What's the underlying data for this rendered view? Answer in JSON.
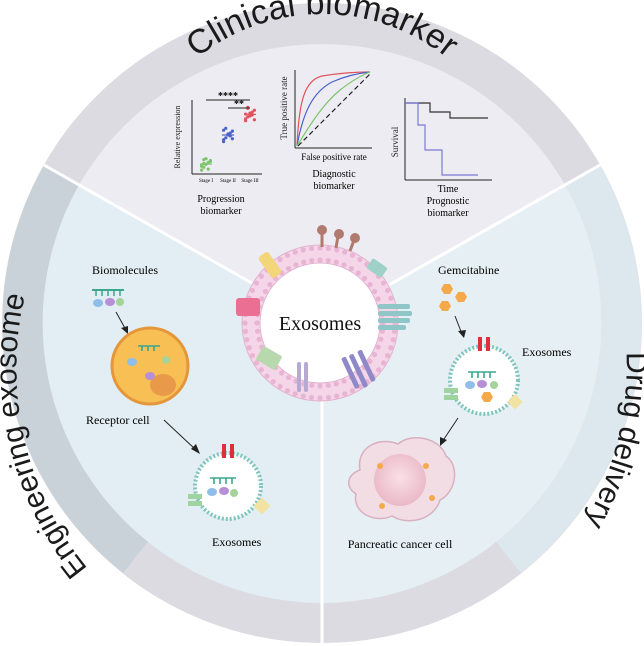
{
  "ring_labels": {
    "top": "Clinical biomarker",
    "left": "Engineering exosome",
    "right": "Drug delivery"
  },
  "center_label": "Exosomes",
  "clinical": {
    "progression": {
      "ylabel": "Relative expression",
      "categories": [
        "Stage I",
        "Stage II",
        "Stage III"
      ],
      "sig_outer": "****",
      "sig_inner": "**",
      "caption_line1": "Progression",
      "caption_line2": "biomarker",
      "series": [
        {
          "name": "Stage I",
          "values": [
            0.2,
            0.5,
            0.8,
            1.0,
            1.2,
            0.6,
            0.9,
            1.4,
            0.3,
            1.1,
            0.7,
            1.3
          ]
        },
        {
          "name": "Stage II",
          "values": [
            3.2,
            3.6,
            4.0,
            3.8,
            4.3,
            3.4,
            4.6,
            3.9,
            4.1,
            3.5,
            4.4
          ]
        },
        {
          "name": "Stage III",
          "values": [
            5.4,
            5.8,
            6.2,
            6.0,
            6.5,
            5.6,
            6.7,
            5.9,
            6.3,
            5.5,
            6.1,
            6.8
          ]
        }
      ],
      "colors": [
        "#7dc46d",
        "#4a63c9",
        "#e0535d"
      ]
    },
    "diagnostic": {
      "ylabel": "True positive rate",
      "xlabel": "False positive rate",
      "caption_line1": "Diagnostic",
      "caption_line2": "biomarker",
      "colors": [
        "#e0535d",
        "#4a63c9",
        "#7dc46d"
      ]
    },
    "prognostic": {
      "ylabel": "Survival",
      "xlabel": "Time",
      "caption_line1": "Prognostic",
      "caption_line2": "biomarker",
      "colors": [
        "#333333",
        "#4a63c9",
        "#8a8ad8"
      ]
    }
  },
  "engineering": {
    "biomolecules": "Biomolecules",
    "receptor_cell": "Receptor cell",
    "exosomes": "Exosomes"
  },
  "drug": {
    "gemcitabine": "Gemcitabine",
    "exosomes": "Exosomes",
    "cancer_cell": "Pancreatic cancer cell"
  },
  "colors": {
    "ring": "#e3e1e6",
    "ring_left": "#c9d3d8",
    "inner_top": "#efedf4",
    "inner_side": "#e3eef3",
    "membrane": "#f3d5e8",
    "membrane_dot": "#e8b4d3",
    "teal": "#7fc4bd",
    "orange": "#f4a94a"
  }
}
